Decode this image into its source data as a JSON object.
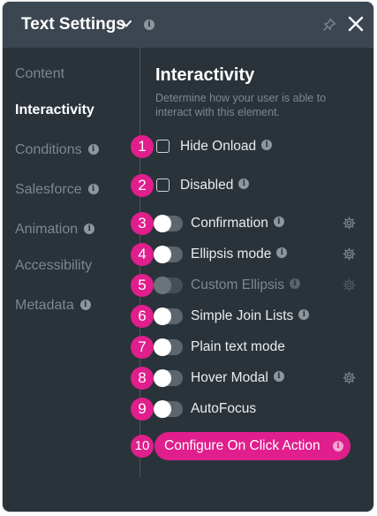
{
  "header": {
    "title": "Text Settings"
  },
  "sidebar": {
    "items": [
      {
        "label": "Content",
        "active": false,
        "info": false
      },
      {
        "label": "Interactivity",
        "active": true,
        "info": false
      },
      {
        "label": "Conditions",
        "active": false,
        "info": true
      },
      {
        "label": "Salesforce",
        "active": false,
        "info": true
      },
      {
        "label": "Animation",
        "active": false,
        "info": true
      },
      {
        "label": "Accessibility",
        "active": false,
        "info": false
      },
      {
        "label": "Metadata",
        "active": false,
        "info": true
      }
    ]
  },
  "main": {
    "title": "Interactivity",
    "description": "Determine how your user is able to interact with this element.",
    "options": [
      {
        "num": "1",
        "label": "Hide Onload",
        "control": "checkbox",
        "checked": false,
        "info": true,
        "gear": false,
        "disabled": false
      },
      {
        "num": "2",
        "label": "Disabled",
        "control": "checkbox",
        "checked": false,
        "info": true,
        "gear": false,
        "disabled": false
      },
      {
        "num": "3",
        "label": "Confirmation",
        "control": "toggle",
        "checked": false,
        "info": true,
        "gear": true,
        "disabled": false
      },
      {
        "num": "4",
        "label": "Ellipsis mode",
        "control": "toggle",
        "checked": false,
        "info": true,
        "gear": true,
        "disabled": false
      },
      {
        "num": "5",
        "label": "Custom Ellipsis",
        "control": "toggle",
        "checked": false,
        "info": true,
        "gear": true,
        "disabled": true
      },
      {
        "num": "6",
        "label": "Simple Join Lists",
        "control": "toggle",
        "checked": false,
        "info": true,
        "gear": false,
        "disabled": false
      },
      {
        "num": "7",
        "label": "Plain text mode",
        "control": "toggle",
        "checked": false,
        "info": false,
        "gear": false,
        "disabled": false
      },
      {
        "num": "8",
        "label": "Hover Modal",
        "control": "toggle",
        "checked": false,
        "info": true,
        "gear": true,
        "disabled": false
      },
      {
        "num": "9",
        "label": "AutoFocus",
        "control": "toggle",
        "checked": false,
        "info": false,
        "gear": false,
        "disabled": false
      }
    ],
    "action": {
      "num": "10",
      "label": "Configure On Click Action"
    }
  },
  "colors": {
    "accent": "#e01e8c",
    "panel": "#2a333a",
    "header": "#3b4650"
  },
  "icons": {
    "dropdown": "chevron-down-icon",
    "pin": "pin-icon",
    "close": "close-icon",
    "info": "info-icon",
    "settings": "gear-icon"
  }
}
